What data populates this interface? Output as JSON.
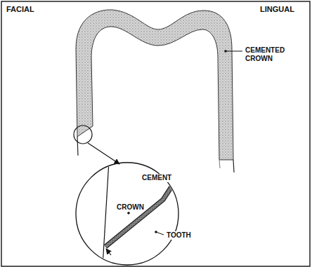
{
  "diagram": {
    "nodes": [
      {
        "text": [
          "CROWN",
          "CEMENT",
          "TOOTH"
        ]
      }
    ],
    "labels": [
      "FACIAL",
      "LINGUAL",
      "CEMENTED CROWN"
    ]
  }
}
